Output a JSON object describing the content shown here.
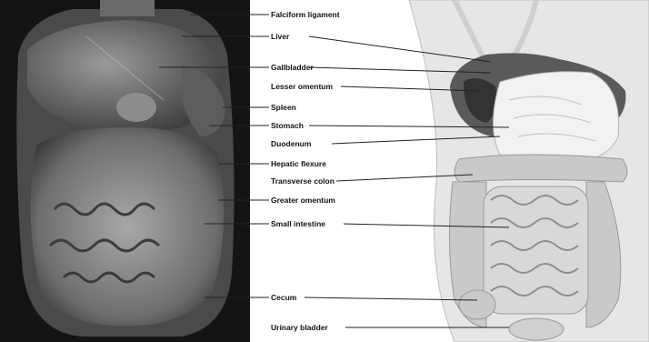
{
  "labels": {
    "falciform_ligament": "Falciform ligament",
    "liver": "Liver",
    "gallbladder": "Gallbladder",
    "lesser_omentum": "Lesser omentum",
    "spleen": "Spleen",
    "stomach": "Stomach",
    "duodenum": "Duodenum",
    "hepatic_flexure": "Hepatic flexure",
    "transverse_colon": "Transverse colon",
    "greater_omentum": "Greater omentum",
    "small_intestine": "Small intestine",
    "cecum": "Cecum",
    "urinary_bladder": "Urinary bladder"
  },
  "colors": {
    "photo_background": "#111111",
    "leader_line": "#222222",
    "illustration_skin": "#e6e6e6",
    "intestine_fill": "#c9c9c9",
    "stomach_fill": "#f2f2f2",
    "liver_fill": "#555555"
  }
}
